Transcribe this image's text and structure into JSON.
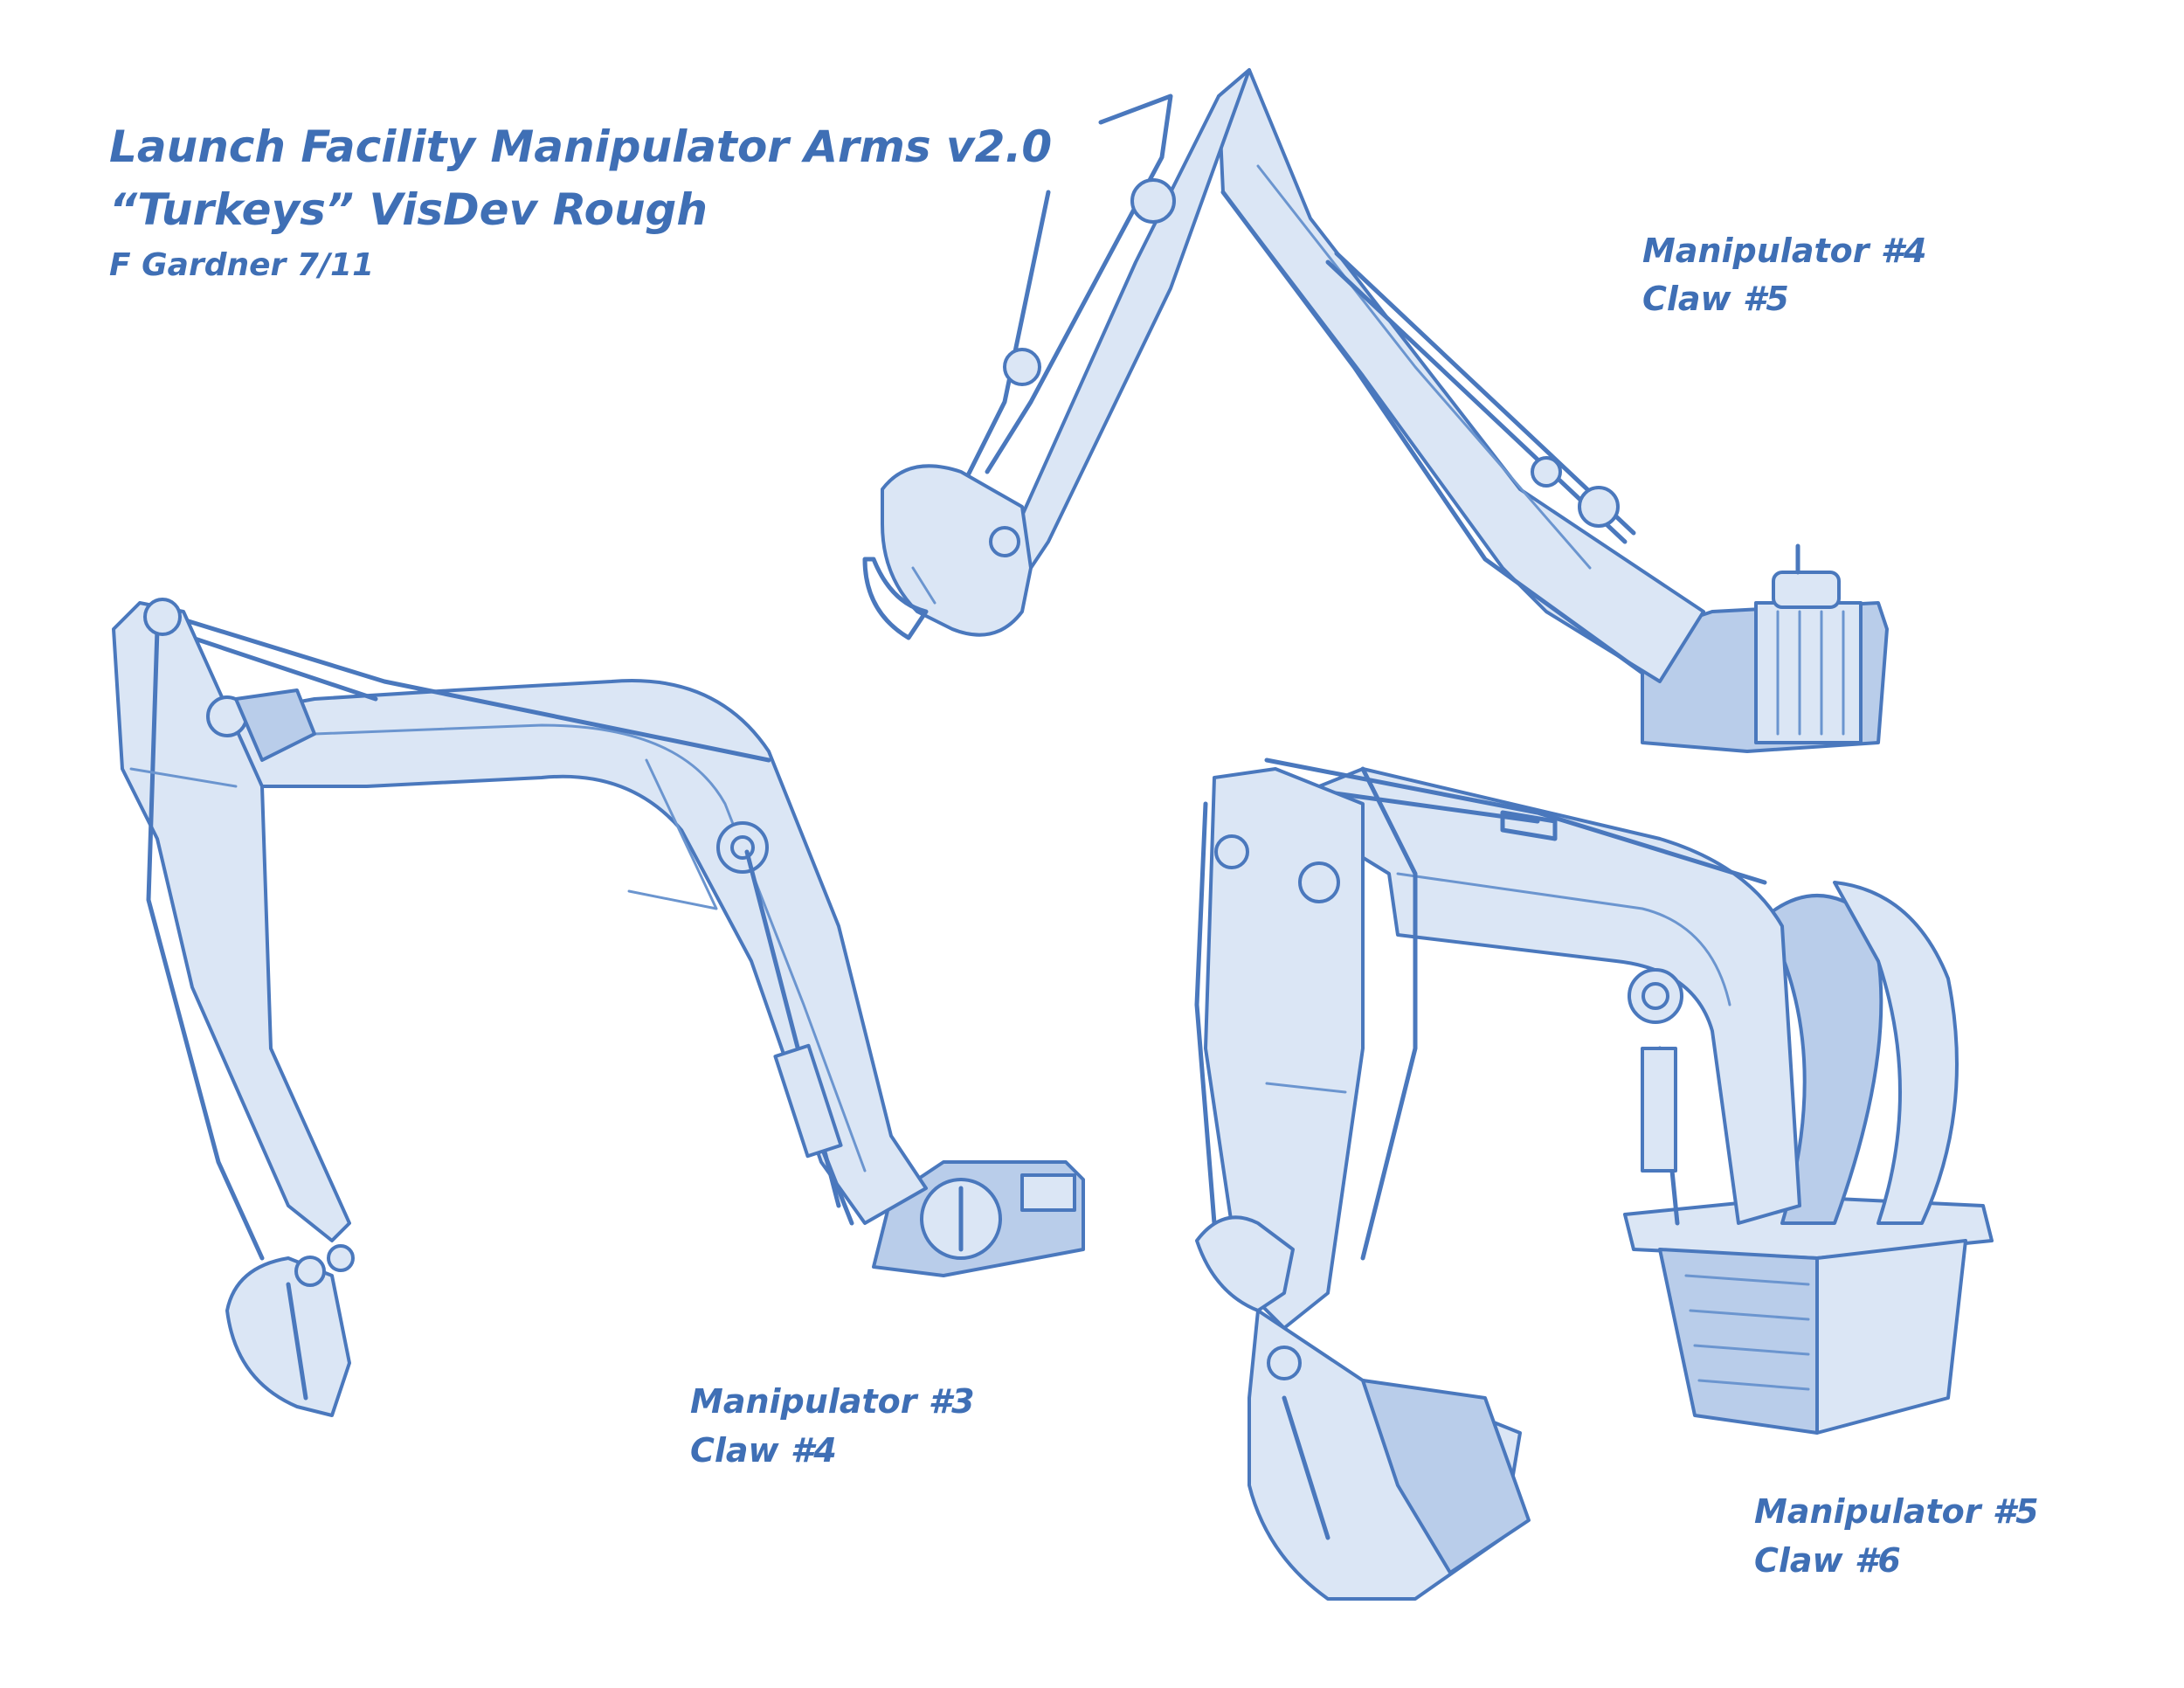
{
  "sheet": {
    "title_line1": "Launch Facility Manipulator Arms v2.0",
    "title_line2": "“Turkeys” VisDev Rough",
    "credit": "F Gardner 7/11",
    "ink_color": "#4a78bd"
  },
  "sketches": [
    {
      "name": "Manipulator #4",
      "claw": "Claw #5"
    },
    {
      "name": "Manipulator #3",
      "claw": "Claw #4"
    },
    {
      "name": "Manipulator #5",
      "claw": "Claw #6"
    }
  ]
}
